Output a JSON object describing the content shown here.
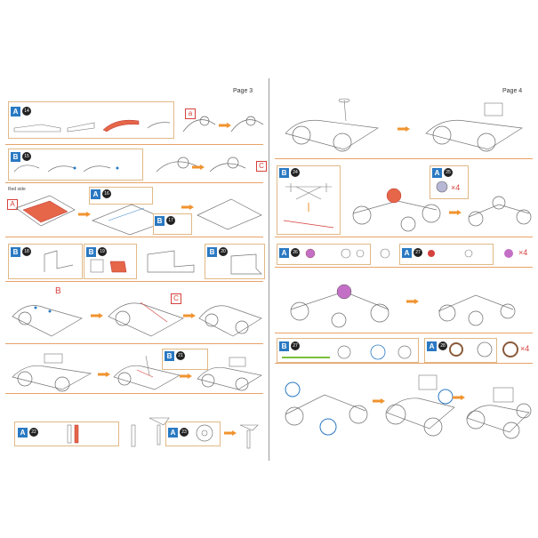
{
  "pages": [
    {
      "number": "Page 3"
    },
    {
      "number": "Page 4"
    }
  ],
  "page3": {
    "row1": {
      "letter": "A",
      "num": "14",
      "ref": "a"
    },
    "row2": {
      "letter": "B",
      "num": "15",
      "ref": "C"
    },
    "row3": {
      "label_red": "A",
      "red_side": "Red side",
      "letter": "A",
      "num1": "16",
      "letter2": "B",
      "num2": "17"
    },
    "row4": {
      "b1": "B",
      "n1": "18",
      "b2": "B",
      "n2": "19",
      "b3": "B",
      "n3": "20"
    },
    "row5": {
      "ref1": "B",
      "ref2": "C"
    },
    "row6": {
      "letter": "B",
      "num": "21"
    },
    "row7": {
      "a1": "A",
      "n1": "22",
      "a2": "A",
      "n2": "23"
    }
  },
  "page4": {
    "row2": {
      "b": "B",
      "n": "24",
      "a": "A",
      "n2": "25",
      "mult": "×4"
    },
    "row3": {
      "a1": "A",
      "n1": "26",
      "a2": "A",
      "n2": "27",
      "mult": "×4"
    },
    "row5": {
      "b": "B",
      "n": "27",
      "a": "A",
      "n2": "28",
      "mult": "×4"
    }
  },
  "colors": {
    "accent_blue": "#2a79c2",
    "red": "#d5413c",
    "orange_arrow": "#f0932f",
    "frame": "#e1b986"
  }
}
